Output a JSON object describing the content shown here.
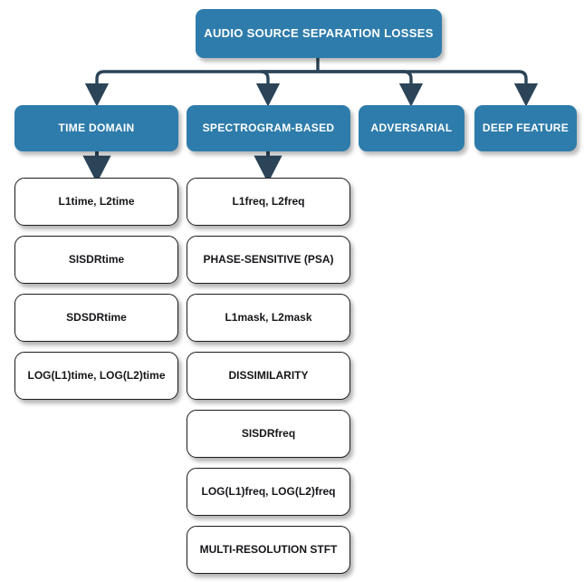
{
  "diagram": {
    "type": "tree-hierarchy",
    "title": "AUDIO SOURCE SEPARATION LOSSES",
    "root": {
      "label": "AUDIO SOURCE SEPARATION LOSSES"
    },
    "categories": [
      {
        "label": "TIME DOMAIN"
      },
      {
        "label": "SPECTROGRAM-BASED"
      },
      {
        "label": "ADVERSARIAL"
      },
      {
        "label": "DEEP FEATURE"
      }
    ],
    "time_domain_items": [
      {
        "label": "L1time, L2time"
      },
      {
        "label": "SISDRtime"
      },
      {
        "label": "SDSDRtime"
      },
      {
        "label": "LOG(L1)time, LOG(L2)time"
      }
    ],
    "spectrogram_items": [
      {
        "label": "L1freq, L2freq"
      },
      {
        "label": "PHASE-SENSITIVE (PSA)"
      },
      {
        "label": "L1mask, L2mask"
      },
      {
        "label": "DISSIMILARITY"
      },
      {
        "label": "SISDRfreq"
      },
      {
        "label": "LOG(L1)freq, LOG(L2)freq"
      },
      {
        "label": "MULTI-RESOLUTION STFT"
      }
    ],
    "colors": {
      "node_blue": "#2E7CAB",
      "connector": "#2B4458",
      "leaf_border": "#1c1c22",
      "leaf_fill": "#ffffff",
      "background": "#ffffff"
    }
  }
}
